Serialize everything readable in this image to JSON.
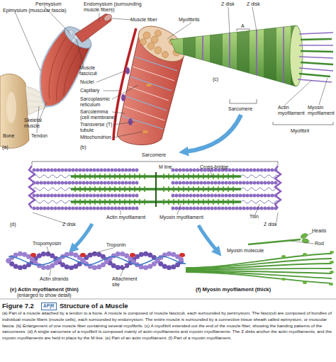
{
  "diagram": {
    "title": "Structure of a Muscle",
    "caption": "(a) Part of a muscle attached by a tendon to a bone. A muscle is composed of muscle fasciculi, each surrounded by perimysium. The fasciculi are composed of bundles of individual muscle fibers (muscle cells), each surrounded by endomysium. The entire muscle is surrounded by a connective tissue sheath called epimysium, or muscular fascia. (b) Enlargement of one muscle fiber containing several myofibrils. (c) A myofibril extended out the end of the muscle fiber, showing the banding patterns of the sarcomeres. (d) A single sarcomere of a myofibril is composed mainly of actin myofilaments and myosin myofilaments. The Z disks anchor the actin myofilaments, and the myosin myofilaments are held in place by the M line. (e) Part of an actin myofilament. (f) Part of a myosin myofilament.",
    "labels": [
      "Perimysium",
      "Epimysium (muscular fascia)",
      "Endomysium (surrounding muscle fibers)",
      "Muscle fiber",
      "Bone",
      "Tendon",
      "Skeletal muscle",
      "Muscle fasciculi",
      "(a)",
      "Nuclei",
      "Capillary",
      "Sarcoplasmic reticulum",
      "Sarcolemma (cell membrane)",
      "Transverse (T) tubule",
      "Mitochondrion",
      "(b)",
      "Myofibrils",
      "Z disk",
      "Z disk",
      "A",
      "(c)",
      "Sarcomere",
      "Actin myofilament",
      "Myosin myofilament",
      "Myofibril",
      "Sarcomere",
      "Cross-bridge",
      "M line",
      "Actin myofilament",
      "Myosin myofilament",
      "Titin",
      "Z disk",
      "Z disk",
      "(d)",
      "Tropomyosin",
      "Troponin",
      "Actin strands",
      "Attachment site",
      "(e) Actin myofilament (thin)",
      "(enlarged to show detail)",
      "Heads",
      "Rod",
      "Myosin molecule",
      "(f) Myosin myofilament (thick)",
      "Figure 7.2",
      "AP|R"
    ]
  }
}
